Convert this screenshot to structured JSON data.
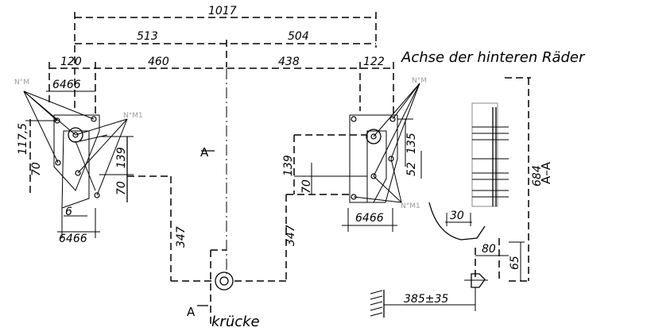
{
  "dimensions": {
    "overall": "1017",
    "left_half": "513",
    "right_half": "504",
    "left_outer": "120",
    "left_inner": "460",
    "right_inner": "438",
    "right_outer": "122",
    "left_pair_top": "6466",
    "left_pair_bottom": "6466",
    "right_pair_bottom": "6466",
    "left_vert_a": "117,5",
    "left_vert_b": "70",
    "left_vert_c": "139",
    "left_vert_d": "70",
    "left_small": "6",
    "left_347": "347",
    "right_347": "347",
    "right_139": "139",
    "right_70": "70",
    "right_135": "135",
    "right_52": "52",
    "section_684": "684",
    "section_30": "30",
    "section_80": "80",
    "section_65": "65",
    "wall_distance": "385±35"
  },
  "labels": {
    "rear_axle": "Achse der hinteren Räder",
    "crutch": "krücke",
    "section_top": "A",
    "section_bottom": "A",
    "section_name": "A–A",
    "nm_left_top": "N°M",
    "nm_left_second": "N°M1",
    "nm_right_top": "N°M",
    "nm_right_bottom": "N°M1"
  }
}
